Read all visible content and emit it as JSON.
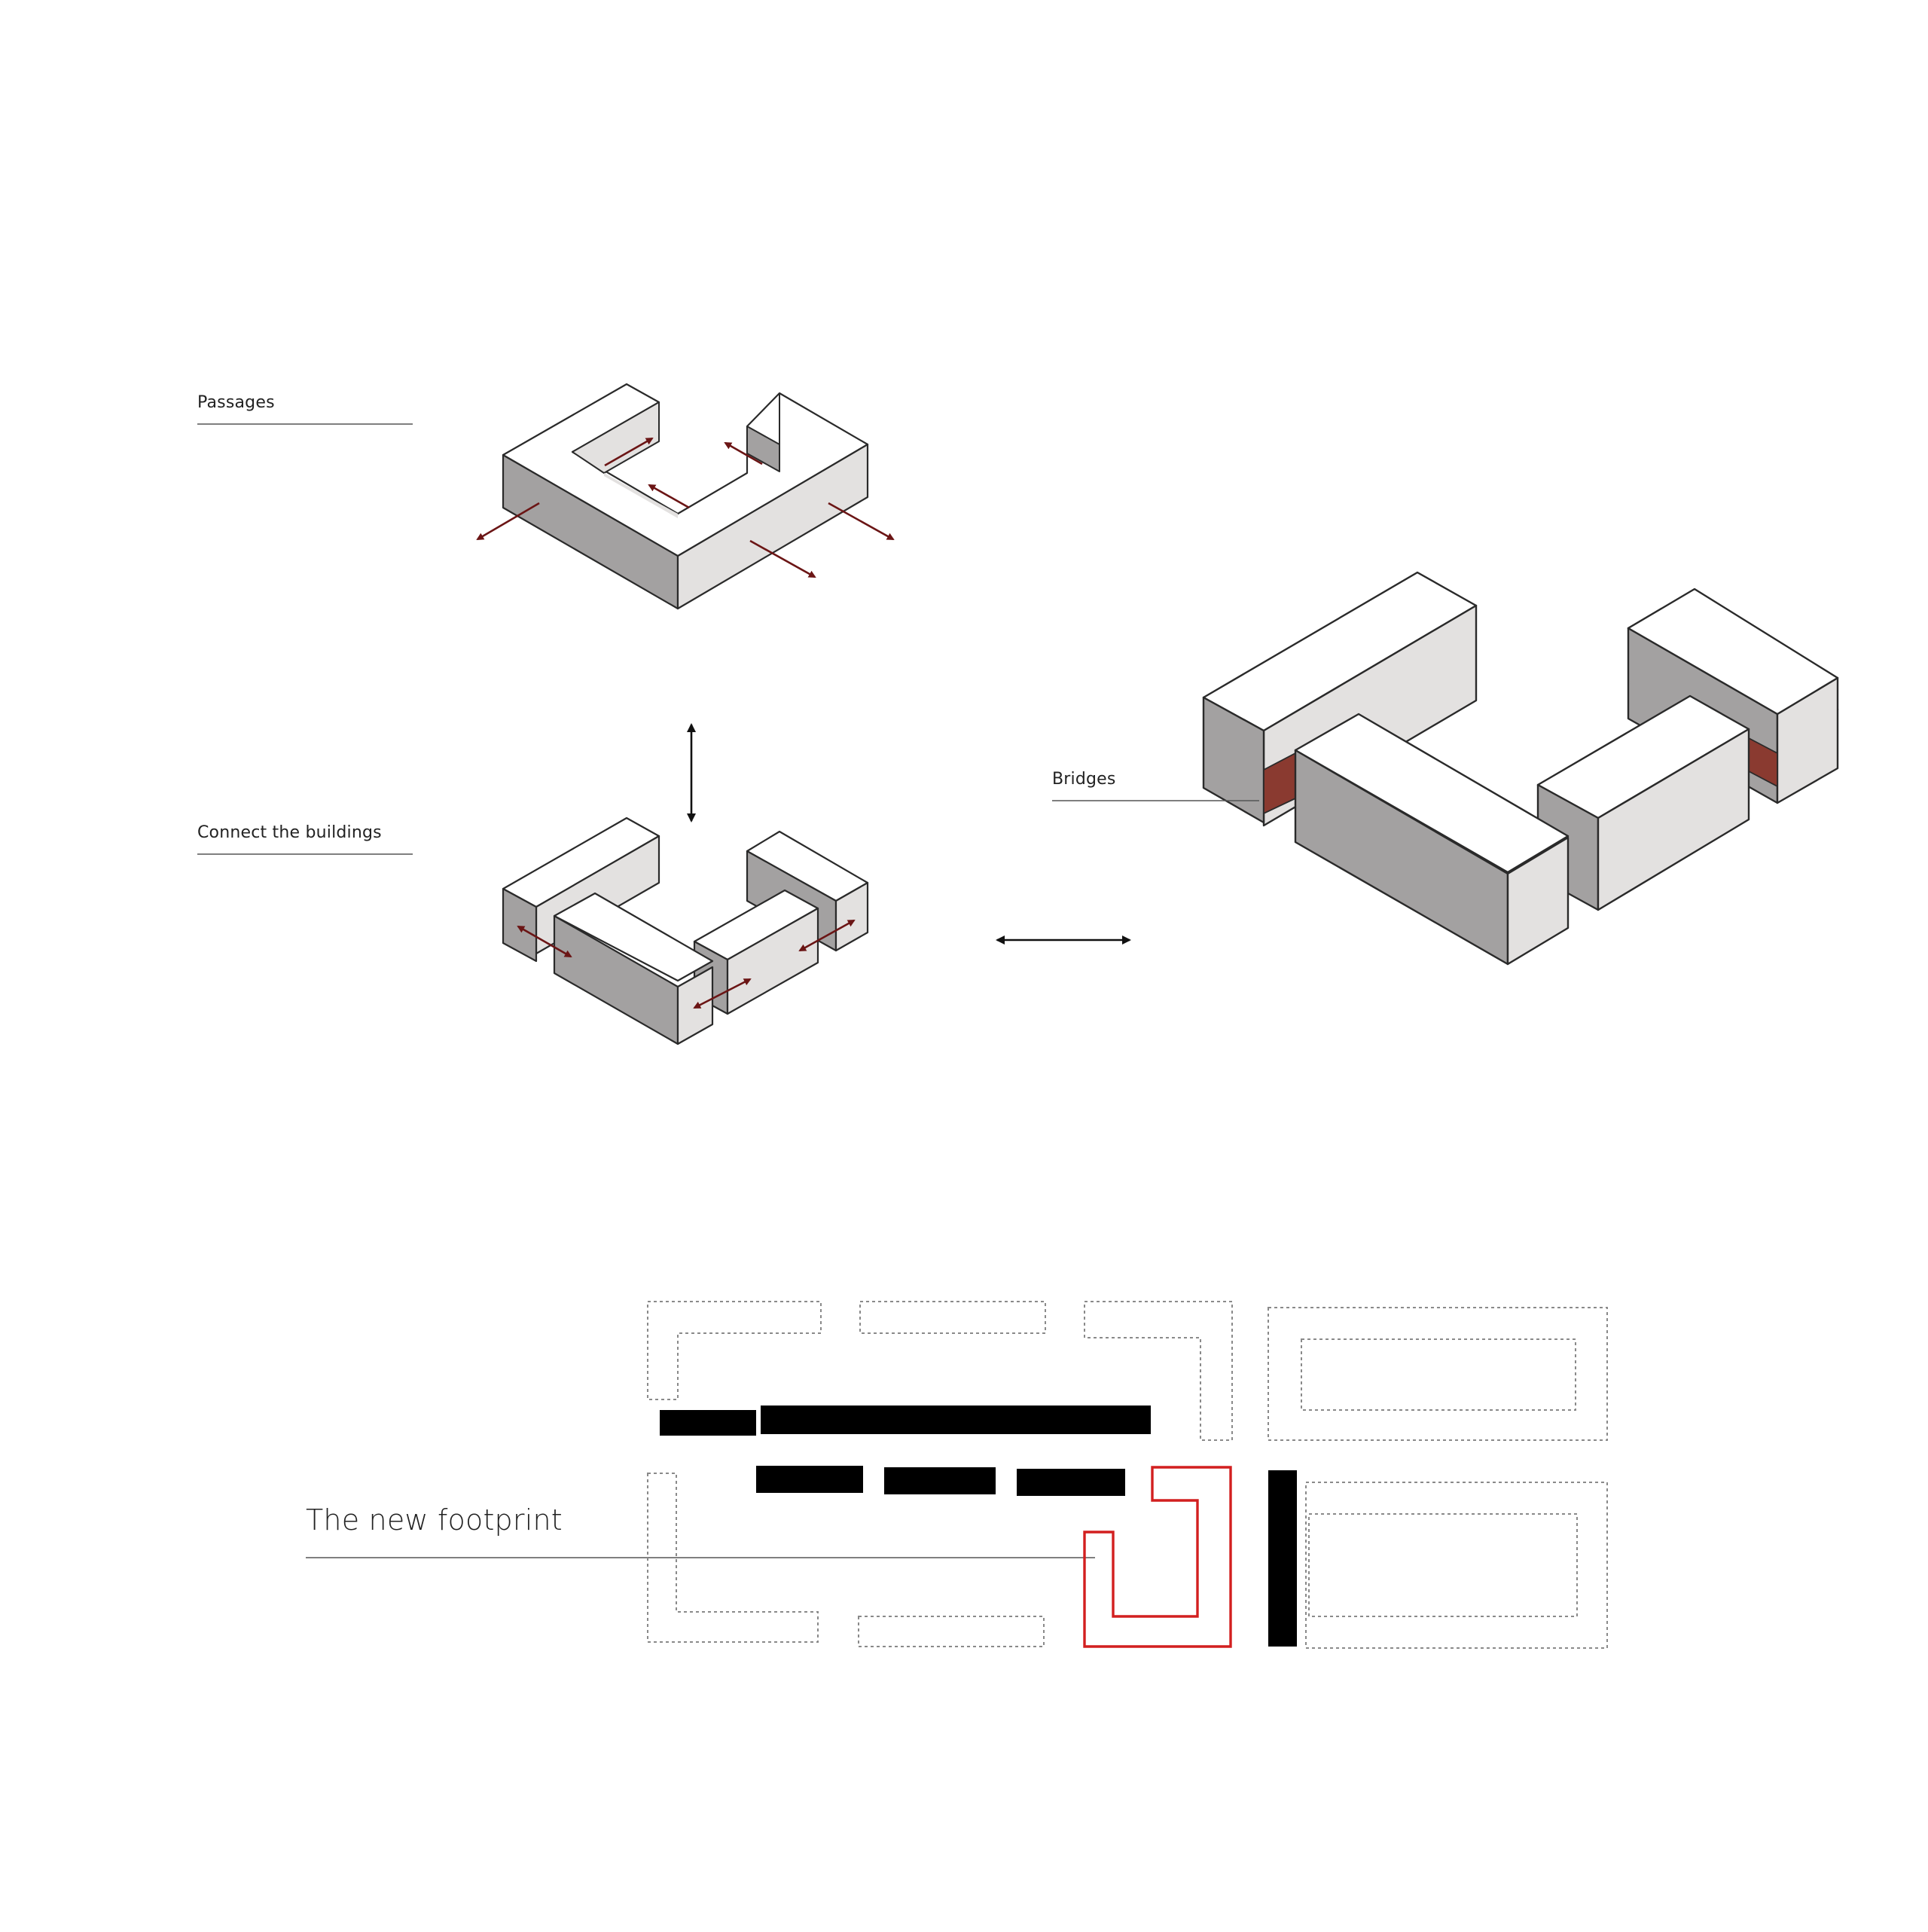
{
  "labels": {
    "passages": "Passages",
    "connect": "Connect the buildings",
    "bridges": "Bridges",
    "footprint": "The new footprint"
  },
  "colors": {
    "face_top": "#ffffff",
    "face_light": "#e3e1e0",
    "face_dark": "#a3a1a1",
    "edge": "#2a2a2a",
    "arrow": "#6b1515",
    "bridge": "#8a3a30",
    "footprint_red": "#d21f1f",
    "dotted": "#8a8a8a",
    "solid_block": "#000000"
  }
}
